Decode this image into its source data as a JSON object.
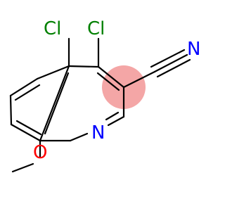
{
  "molecule": {
    "atoms": {
      "cl_left": {
        "symbol": "Cl",
        "color": "#008000"
      },
      "cl_right": {
        "symbol": "Cl",
        "color": "#008000"
      },
      "nitrile_n": {
        "symbol": "N",
        "color": "#0000ff"
      },
      "ring_n": {
        "symbol": "N",
        "color": "#0000ff"
      },
      "methoxy_o": {
        "symbol": "O",
        "color": "#ff0000"
      }
    },
    "highlight_color": "#f4a6a6",
    "bond_color": "#000000"
  }
}
